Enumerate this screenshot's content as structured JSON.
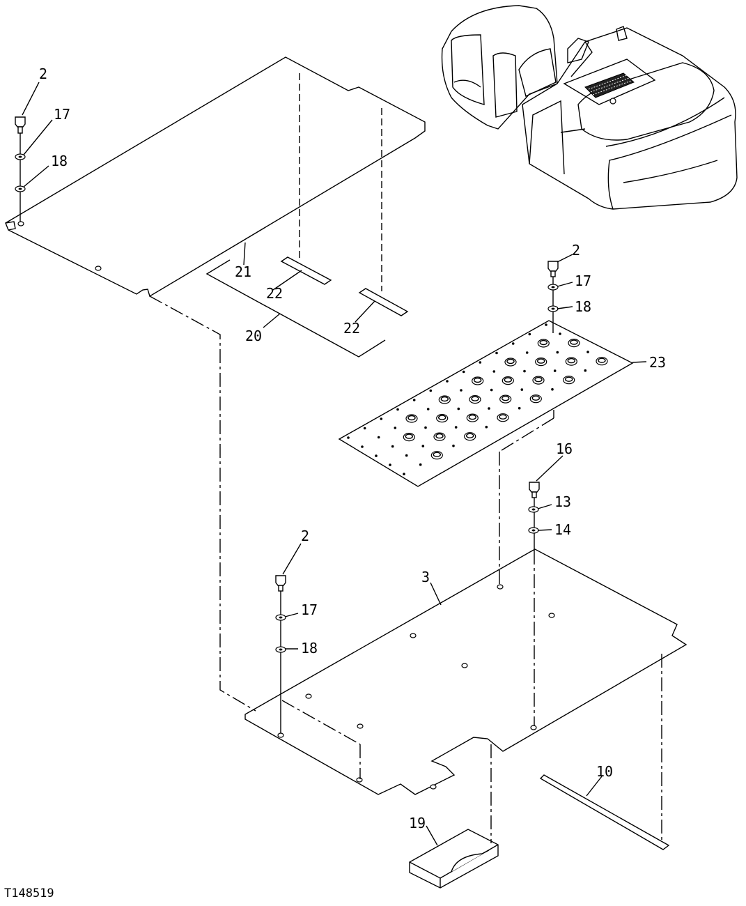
{
  "figure_ref": "T148519",
  "callouts": {
    "c2a": "2",
    "c17a": "17",
    "c18a": "18",
    "c21": "21",
    "c22a": "22",
    "c22b": "22",
    "c20": "20",
    "c2b": "2",
    "c17b": "17",
    "c18b": "18",
    "c23": "23",
    "c16": "16",
    "c13": "13",
    "c14": "14",
    "c2c": "2",
    "c17c": "17",
    "c18c": "18",
    "c3": "3",
    "c10": "10",
    "c19": "19"
  },
  "parts": [
    {
      "id": "upper-floor-plate"
    },
    {
      "id": "perforated-step-plate"
    },
    {
      "id": "lower-floor-plate"
    },
    {
      "id": "strip-10"
    },
    {
      "id": "block-19"
    },
    {
      "id": "excavator-locator-view"
    }
  ]
}
